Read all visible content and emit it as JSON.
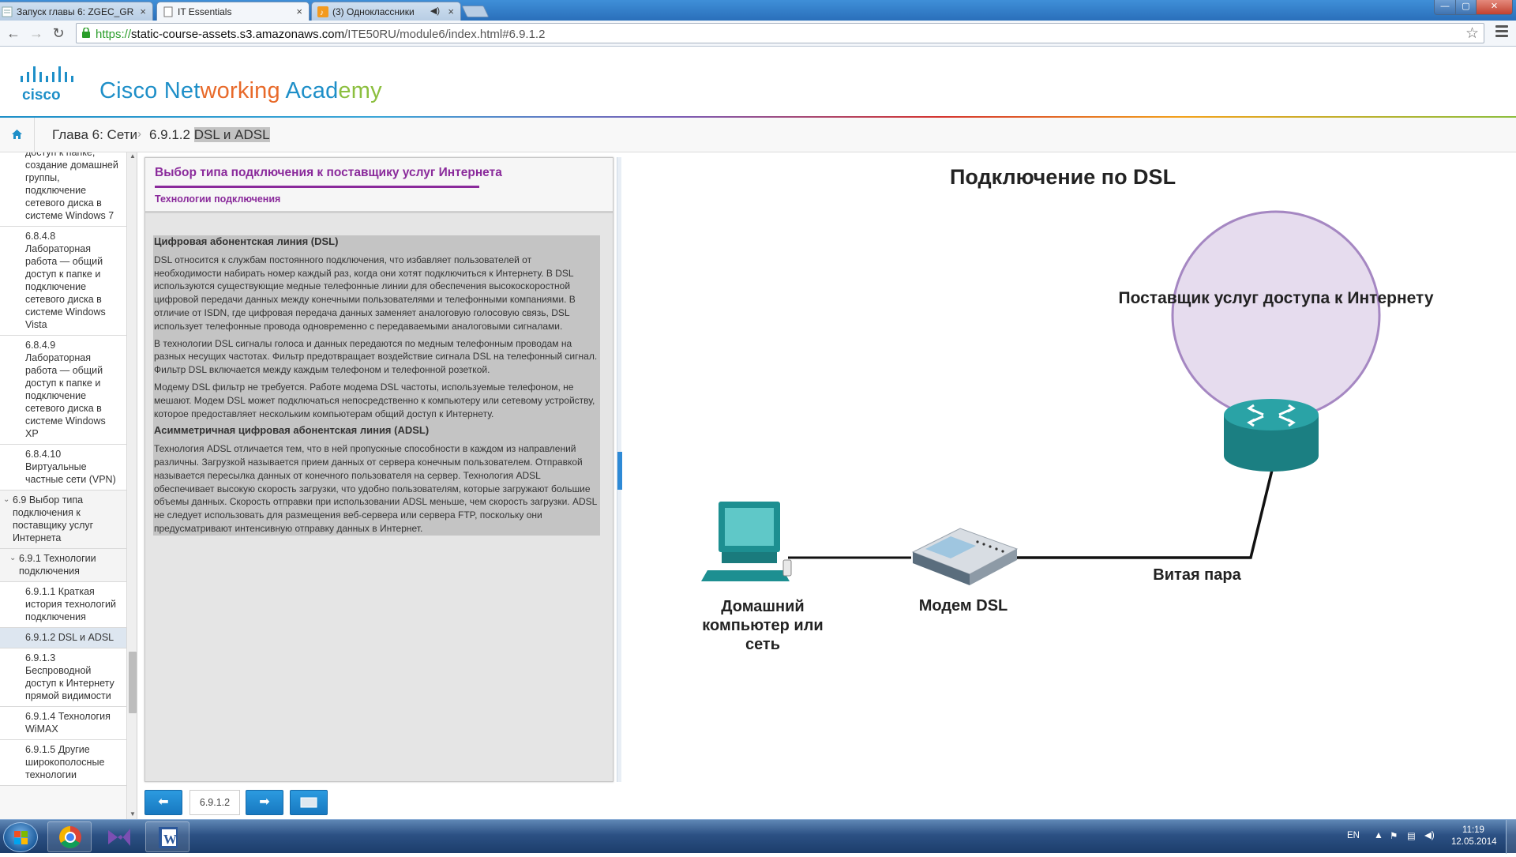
{
  "browser": {
    "tabs": [
      {
        "label": "Запуск главы 6: ZGEC_GR"
      },
      {
        "label": "IT Essentials"
      },
      {
        "label": "(3) Одноклассники"
      }
    ],
    "url_scheme": "https://",
    "url_host": "static-course-assets.s3.amazonaws.com",
    "url_path": "/ITE50RU/module6/index.html#6.9.1.2"
  },
  "header": {
    "logo_text": "cisco",
    "brand_parts": [
      "Cisco Net",
      "working",
      " Acad",
      "emy"
    ]
  },
  "breadcrumb": {
    "chapter": "Глава 6: Сети",
    "page_number": "6.9.1.2",
    "page_name": "DSL и ADSL"
  },
  "nav": {
    "items": [
      {
        "label": "доступ к папке, создание домашней группы, подключение сетевого диска в системе Windows 7",
        "level": "item"
      },
      {
        "label": "6.8.4.8 Лабораторная работа — общий доступ к папке и подключение сетевого диска в системе Windows Vista",
        "level": "item"
      },
      {
        "label": "6.8.4.9 Лабораторная работа — общий доступ к папке и подключение сетевого диска в системе Windows XP",
        "level": "item"
      },
      {
        "label": "6.8.4.10 Виртуальные частные сети (VPN)",
        "level": "item"
      },
      {
        "label": "6.9 Выбор типа подключения к поставщику услуг Интернета",
        "level": "section"
      },
      {
        "label": "6.9.1 Технологии подключения",
        "level": "subsection"
      },
      {
        "label": "6.9.1.1 Краткая история технологий подключения",
        "level": "item"
      },
      {
        "label": "6.9.1.2 DSL и ADSL",
        "level": "current"
      },
      {
        "label": "6.9.1.3 Беспроводной доступ к Интернету прямой видимости",
        "level": "item"
      },
      {
        "label": "6.9.1.4 Технология WiMAX",
        "level": "item"
      },
      {
        "label": "6.9.1.5 Другие широкополосные технологии",
        "level": "item"
      }
    ]
  },
  "panel": {
    "title": "Выбор типа подключения к поставщику услуг Интернета",
    "subtitle": "Технологии подключения",
    "h1": "Цифровая абонентская линия (DSL)",
    "p1": "DSL относится к службам постоянного подключения, что избавляет пользователей от необходимости набирать номер каждый раз, когда они хотят подключиться к Интернету. В DSL используются существующие медные телефонные линии для обеспечения высокоскоростной цифровой передачи данных между конечными пользователями и телефонными компаниями. В отличие от ISDN, где цифровая передача данных заменяет аналоговую голосовую связь, DSL использует телефонные провода одновременно с передаваемыми аналоговыми сигналами.",
    "p2": "В технологии DSL сигналы голоса и данных передаются по медным телефонным проводам на разных несущих частотах. Фильтр предотвращает воздействие сигнала DSL на телефонный сигнал. Фильтр DSL включается между каждым телефоном и телефонной розеткой.",
    "p3": "Модему DSL фильтр не требуется. Работе модема DSL частоты, используемые телефоном, не мешают. Модем DSL может подключаться непосредственно к компьютеру или сетевому устройству, которое предоставляет нескольким компьютерам общий доступ к Интернету.",
    "h2": "Асимметричная цифровая абонентская линия (ADSL)",
    "p4": "Технология ADSL отличается тем, что в ней пропускные способности в каждом из направлений различны. Загрузкой называется прием данных от сервера конечным пользователем. Отправкой называется пересылка данных от конечного пользователя на сервер. Технология ADSL обеспечивает высокую скорость загрузки, что удобно пользователям, которые загружают большие объемы данных. Скорость отправки при использовании ADSL меньше, чем скорость загрузки. ADSL не следует использовать для размещения веб-сервера или сервера FTP, поскольку они предусматривают интенсивную отправку данных в Интернет."
  },
  "pager": {
    "page_label": "6.9.1.2",
    "prev_icon": "arrow-left-icon",
    "next_icon": "arrow-right-icon",
    "fullscreen_icon": "screen-icon"
  },
  "diagram": {
    "title": "Подключение по DSL",
    "isp_label": "Поставщик услуг доступа к Интернету",
    "home_label": "Домашний компьютер или сеть",
    "modem_label": "Модем DSL",
    "cable_label": "Витая пара",
    "colors": {
      "isp_circle_fill": "#e6dcee",
      "isp_circle_stroke": "#a587c2",
      "device_teal": "#1d8f91"
    }
  },
  "taskbar": {
    "lang": "EN",
    "time": "11:19",
    "date": "12.05.2014"
  }
}
